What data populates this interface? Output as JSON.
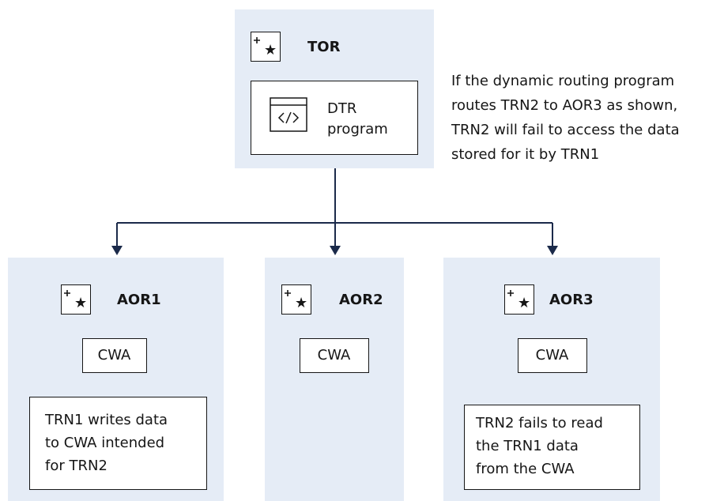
{
  "tor": {
    "title": "TOR",
    "program_label": "DTR\nprogram"
  },
  "note": "If the dynamic routing program\nroutes TRN2 to AOR3 as shown,\nTRN2 will fail to access the data\nstored for it by TRN1",
  "aors": [
    {
      "title": "AOR1",
      "cwa": "CWA",
      "text": "TRN1 writes data\nto CWA intended\nfor TRN2"
    },
    {
      "title": "AOR2",
      "cwa": "CWA"
    },
    {
      "title": "AOR3",
      "cwa": "CWA",
      "text": "TRN2 fails to read\nthe TRN1 data\nfrom the CWA"
    }
  ],
  "colors": {
    "region_fill": "#e5ecf6",
    "line": "#1b2a4a",
    "text": "#161616"
  },
  "icons": [
    "region-icon",
    "code-program-icon"
  ]
}
